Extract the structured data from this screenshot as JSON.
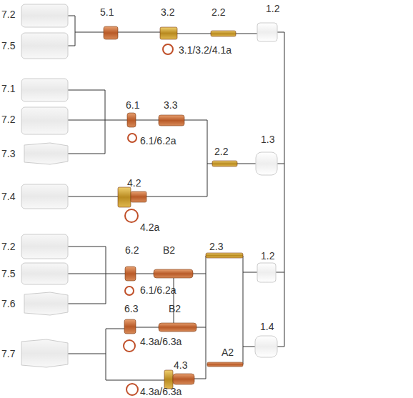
{
  "diagram": {
    "labels": [
      "7.2",
      "7.5",
      "5.1",
      "3.2",
      "2.2",
      "1.2",
      "3.1/3.2/4.1a",
      "7.1",
      "7.2",
      "7.3",
      "6.1",
      "3.3",
      "6.1/6.2a",
      "2.2",
      "1.3",
      "7.4",
      "4.2",
      "4.2a",
      "7.2",
      "7.5",
      "6.2",
      "B2",
      "2.3",
      "1.2",
      "6.1/6.2a",
      "7.6",
      "6.3",
      "B2",
      "1.4",
      "4.3a/6.3a",
      "4.3",
      "A2",
      "7.7",
      "4.3a/6.3a"
    ]
  }
}
